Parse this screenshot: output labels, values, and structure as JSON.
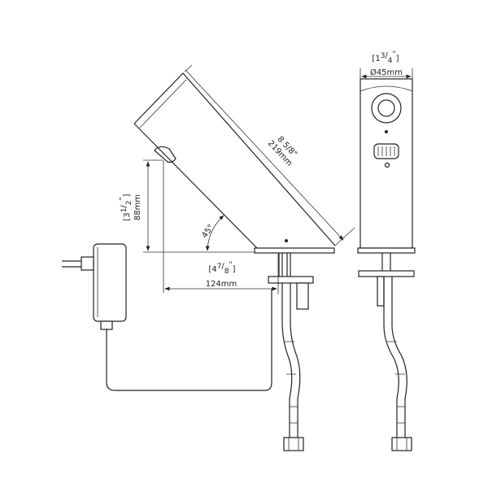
{
  "diagram": {
    "spout_length_in": "8 5/8\"",
    "spout_length_mm": "219mm",
    "height_in_whole": "3",
    "height_in_frac_num": "1",
    "height_in_frac_den": "2",
    "height_in_unit": "\"",
    "height_mm": "88mm",
    "angle": "45°",
    "reach_in_whole": "4",
    "reach_in_frac_num": "7",
    "reach_in_frac_den": "8",
    "reach_in_unit": "\"",
    "reach_mm": "124mm",
    "diameter_in_whole": "1",
    "diameter_in_frac_num": "3",
    "diameter_in_frac_den": "4",
    "diameter_in_unit": "\"",
    "diameter_mm": "Ø45mm"
  }
}
